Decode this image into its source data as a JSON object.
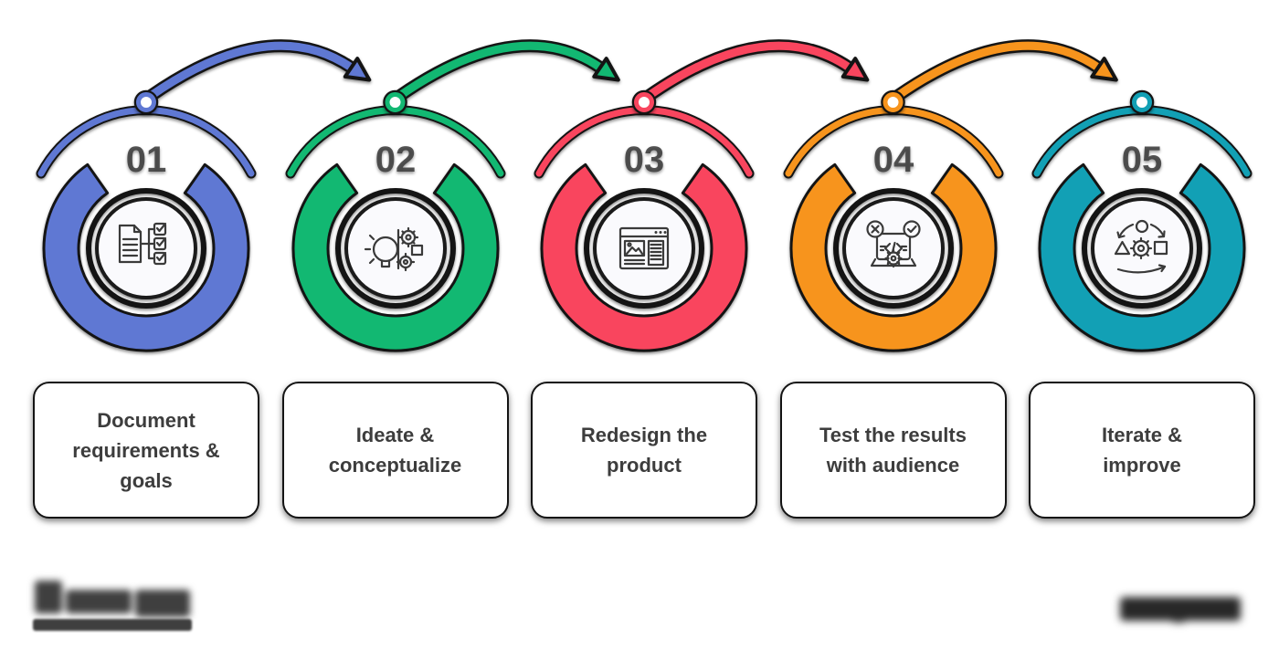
{
  "title": "5-step product design process infographic",
  "steps": [
    {
      "number": "01",
      "label": "Document\nrequirements &\ngoals",
      "color": "#5F78D3",
      "icon": "checklist-document-icon"
    },
    {
      "number": "02",
      "label": "Ideate &\nconceptualize",
      "color": "#12B872",
      "icon": "idea-bulb-gears-icon"
    },
    {
      "number": "03",
      "label": "Redesign the\nproduct",
      "color": "#F9455E",
      "icon": "browser-design-icon"
    },
    {
      "number": "04",
      "label": "Test the results\nwith audience",
      "color": "#F7941D",
      "icon": "laptop-testing-icon"
    },
    {
      "number": "05",
      "label": "Iterate &\nimprove",
      "color": "#12A0B5",
      "icon": "agile-iteration-icon"
    }
  ],
  "connectors": [
    {
      "from": "01",
      "to": "02",
      "color": "#5F78D3"
    },
    {
      "from": "02",
      "to": "03",
      "color": "#12B872"
    },
    {
      "from": "03",
      "to": "04",
      "color": "#F9455E"
    },
    {
      "from": "04",
      "to": "05",
      "color": "#F7941D"
    }
  ],
  "style": {
    "outline_color": "#141414",
    "number_color": "#3E3E3E",
    "card_text_color": "#3D3D3D",
    "card_background": "#FFFFFF",
    "inner_disc_color": "#FAFAFD",
    "background": "#FFFFFF"
  },
  "footer": {
    "left_logo": "blurred illegible wordmark with underline bar",
    "right_watermark": "blurred illegible text"
  }
}
